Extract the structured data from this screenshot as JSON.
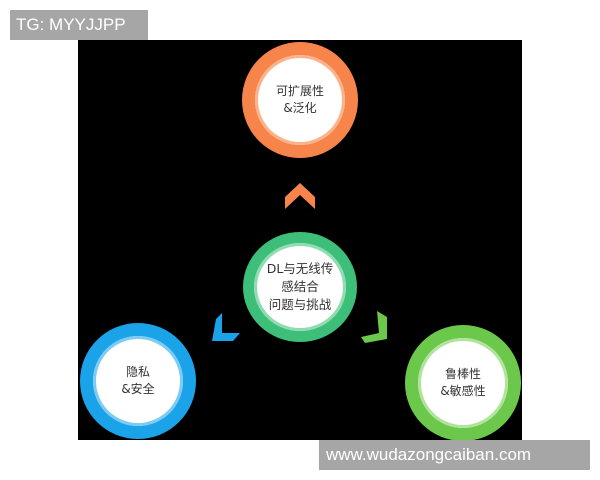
{
  "watermarks": {
    "top": "TG: MYYJJPP",
    "bottom": "www.wudazongcaiban.com"
  },
  "diagram": {
    "center": {
      "lines": [
        "DL与无线传",
        "感结合",
        "问题与挑战"
      ],
      "color": "#3dbf7a",
      "inner_color": "#e9f6ee"
    },
    "nodes": [
      {
        "id": "scalability",
        "lines": [
          "可扩展性",
          "&泛化"
        ],
        "color": "#f7844a",
        "inner_color": "#fde6d7",
        "position": "top"
      },
      {
        "id": "privacy",
        "lines": [
          "隐私",
          "&安全"
        ],
        "color": "#1aa3e8",
        "inner_color": "#d7eefa",
        "position": "bottom-left"
      },
      {
        "id": "robustness",
        "lines": [
          "鲁棒性",
          "&敏感性"
        ],
        "color": "#6cc84a",
        "inner_color": "#e3f4da",
        "position": "bottom-right"
      }
    ],
    "arrows": [
      {
        "direction": "up",
        "color": "#f7844a"
      },
      {
        "direction": "down-left",
        "color": "#1aa3e8"
      },
      {
        "direction": "down-right",
        "color": "#6cc84a"
      }
    ]
  }
}
